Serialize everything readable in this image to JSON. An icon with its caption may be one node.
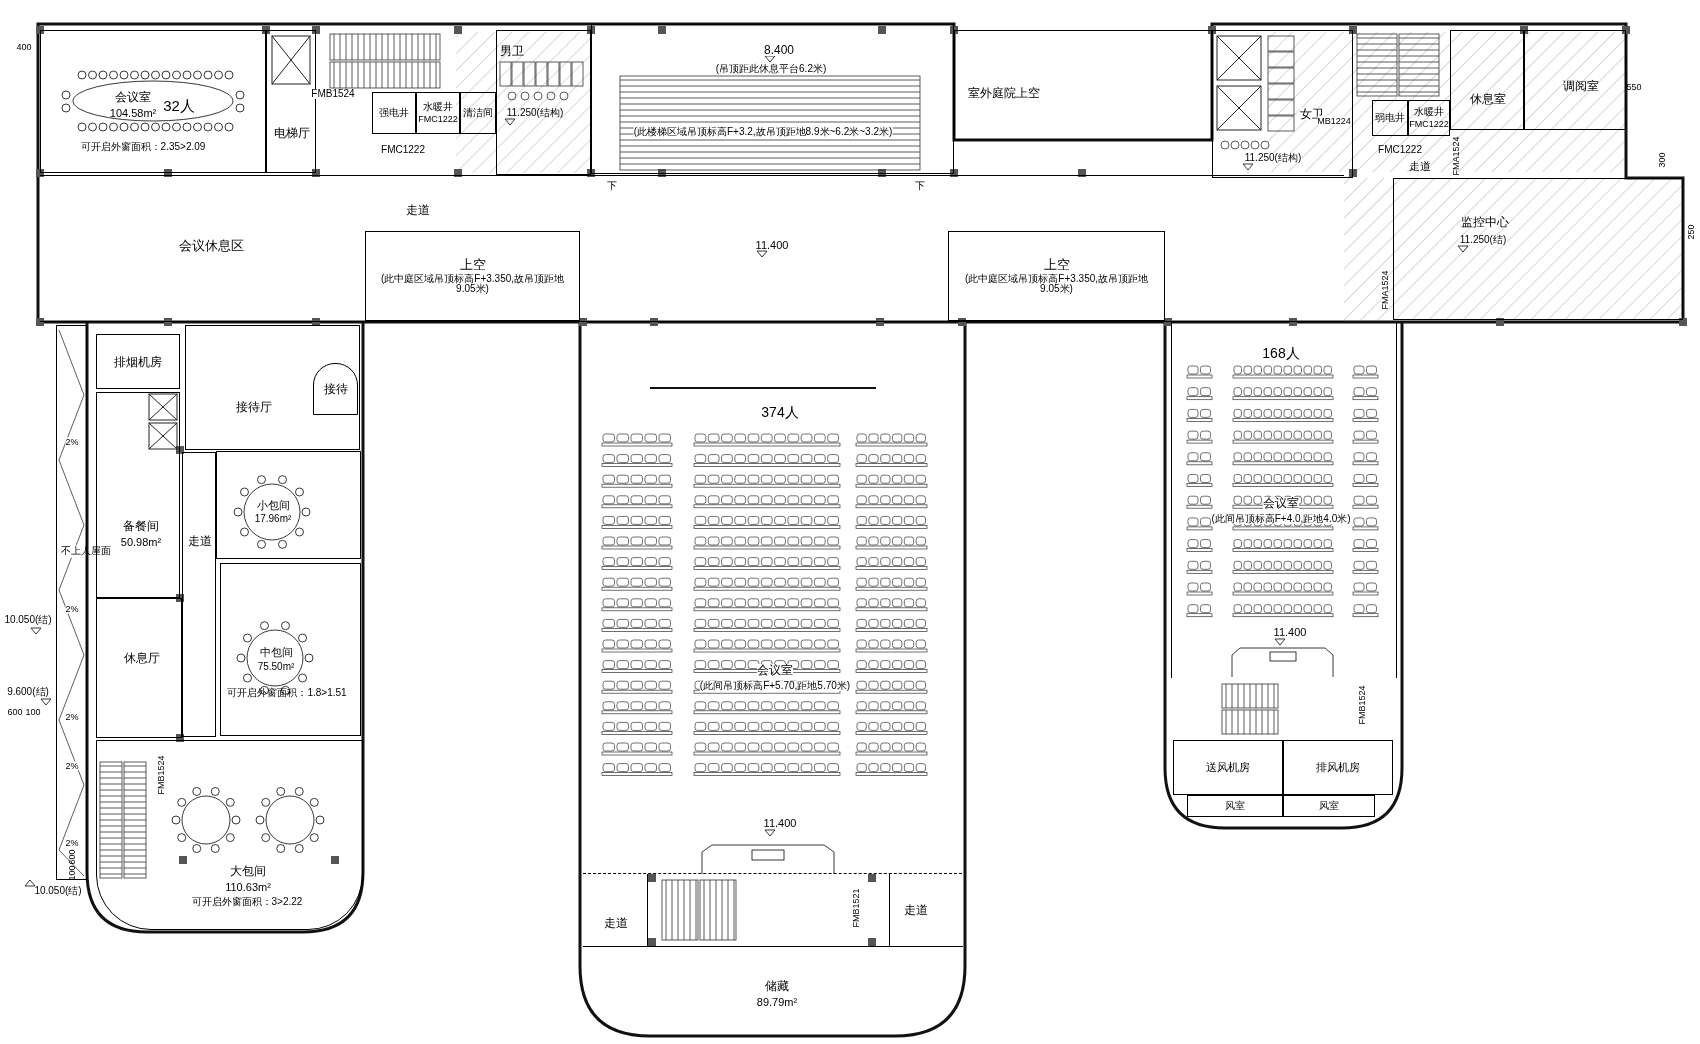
{
  "diagram": {
    "nodes": [
      {
        "text": [
          "会议室",
          "104.58m²",
          "32人",
          "可开启外窗面积：2.35>2.09"
        ]
      },
      {
        "text": [
          "电梯厅"
        ]
      },
      {
        "text": [
          "强电井"
        ]
      },
      {
        "text": [
          "水暖井",
          "FMC1222"
        ]
      },
      {
        "text": [
          "清洁间"
        ]
      },
      {
        "text": [
          "男卫",
          "11.250(结构)"
        ]
      },
      {
        "text": [
          "8.400",
          "(吊顶距此休息平台6.2米)",
          "(此楼梯区域吊顶标高F+3.2,故吊顶距地8.9米~6.2米~3.2米)"
        ]
      },
      {
        "text": [
          "室外庭院上空"
        ]
      },
      {
        "text": [
          "女卫",
          "11.250(结构)"
        ]
      },
      {
        "text": [
          "弱电井"
        ]
      },
      {
        "text": [
          "水暖井",
          "FMC1222"
        ]
      },
      {
        "text": [
          "休息室"
        ]
      },
      {
        "text": [
          "调阅室"
        ]
      },
      {
        "text": [
          "监控中心",
          "11.250(结)"
        ]
      },
      {
        "text": [
          "走道",
          "会议休息区",
          "11.400"
        ]
      },
      {
        "text": [
          "上空",
          "(此中庭区域吊顶标高F+3.350,故吊顶距地9.05米)"
        ],
        "in": 14
      },
      {
        "text": [
          "上空",
          "(此中庭区域吊顶标高F+3.350,故吊顶距地9.05米)"
        ],
        "in": 14
      },
      {
        "text": [
          "排烟机房"
        ]
      },
      {
        "text": [
          "接待厅"
        ]
      },
      {
        "text": [
          "接待"
        ],
        "in": 18
      },
      {
        "text": [
          "备餐间",
          "50.98m²"
        ]
      },
      {
        "text": [
          "走道"
        ]
      },
      {
        "text": [
          "小包间",
          "17.96m²"
        ]
      },
      {
        "text": [
          "中包间",
          "75.50m²",
          "可开启外窗面积：1.8>1.51"
        ]
      },
      {
        "text": [
          "休息厅"
        ]
      },
      {
        "text": [
          "大包间",
          "110.63m²",
          "可开启外窗面积：3>2.22"
        ]
      },
      {
        "text": [
          "不上人屋面"
        ]
      },
      {
        "text": [
          "374人",
          "会议室",
          "(此间吊顶标高F+5.70,距地5.70米)"
        ]
      },
      {
        "text": [
          "走道"
        ]
      },
      {
        "text": [
          "走道"
        ]
      },
      {
        "text": [
          "储藏",
          "89.79m²"
        ]
      },
      {
        "text": [
          "168人",
          "会议室",
          "(此间吊顶标高F+4.0,距地4.0米)"
        ]
      },
      {
        "text": [
          "送风机房"
        ]
      },
      {
        "text": [
          "排风机房"
        ]
      },
      {
        "text": [
          "风室"
        ]
      },
      {
        "text": [
          "风室"
        ]
      }
    ],
    "labels": [
      "400",
      "FMB1524",
      "FMC1222",
      "下",
      "下",
      "MB1224",
      "FMC1222",
      "走道",
      "FMA1524",
      "550",
      "300",
      "250",
      "FMA1524",
      "2%",
      "2%",
      "2%",
      "2%",
      "2%",
      "10.050(结)",
      "9.600(结)",
      "600",
      "100",
      "FMB1524",
      "600",
      "100",
      "10.050(结)",
      "11.400",
      "FMB1521",
      "11.400",
      "FMB1524"
    ]
  }
}
